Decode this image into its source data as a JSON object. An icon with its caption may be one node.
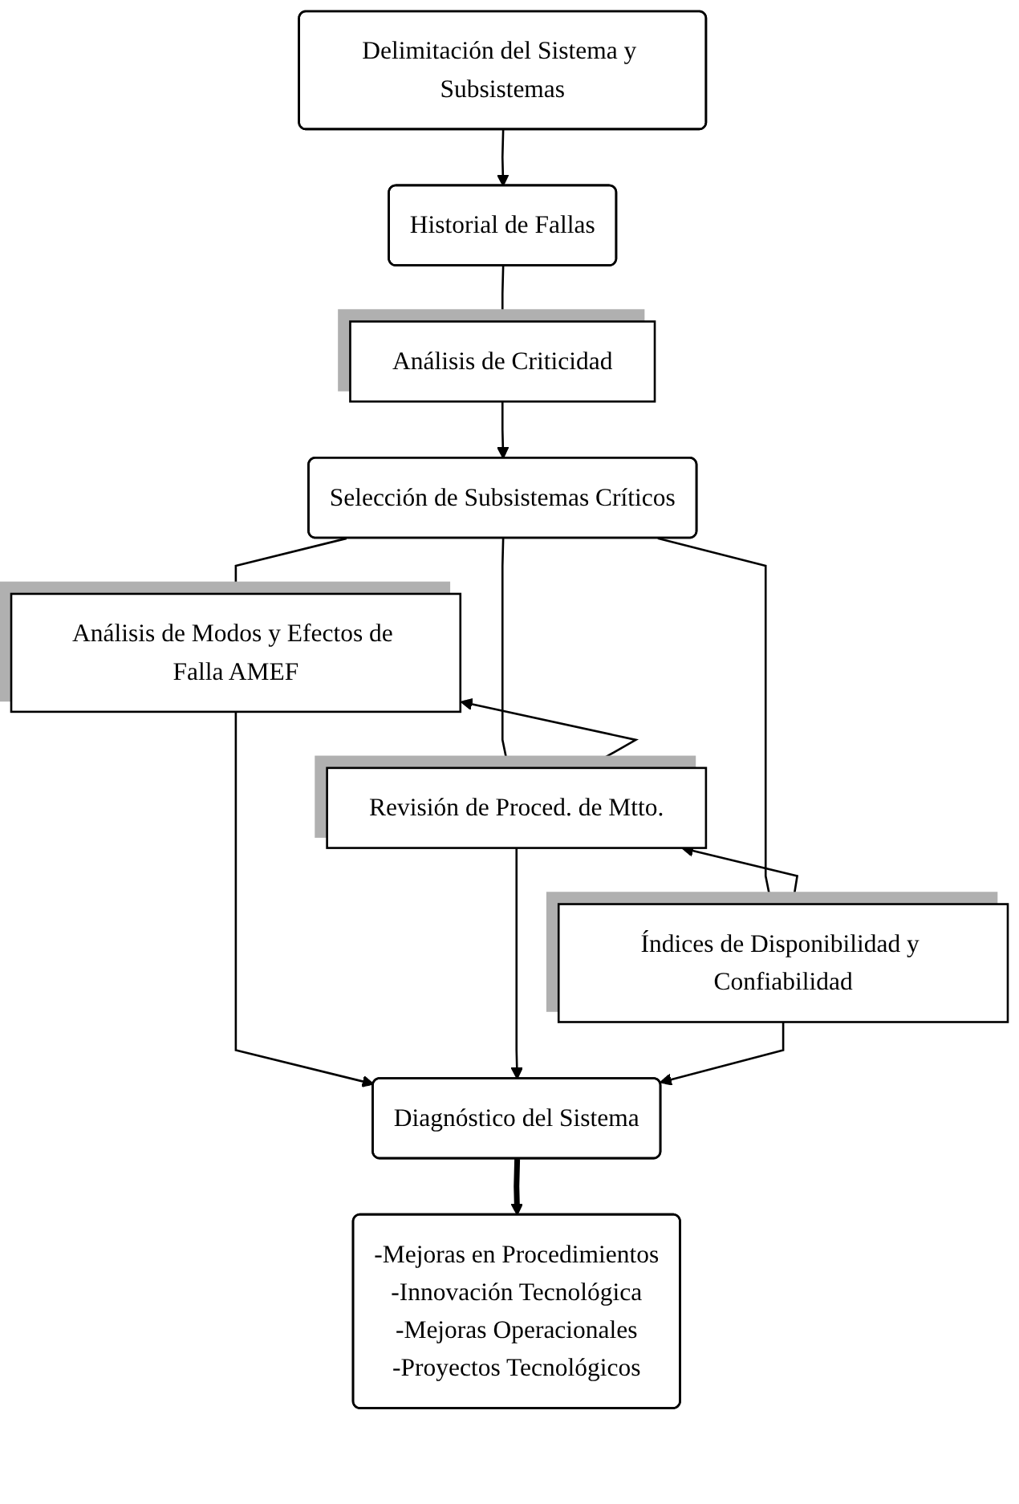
{
  "diagram": {
    "nodes": [
      {
        "text": [
          "Delimitación del Sistema y Subsistemas"
        ]
      },
      {
        "text": [
          "Historial de Fallas"
        ]
      },
      {
        "text": [
          "Análisis de Criticidad"
        ]
      },
      {
        "text": [
          "Selección de Subsistemas Críticos"
        ]
      },
      {
        "text": [
          "Análisis de Modos y Efectos de Falla AMEF"
        ]
      },
      {
        "text": [
          "Revisión de Proced. de Mtto."
        ]
      },
      {
        "text": [
          "Índices de Disponibilidad y Confiabilidad"
        ]
      },
      {
        "text": [
          "Diagnóstico del Sistema"
        ]
      },
      {
        "text": [
          "-Mejoras en Procedimientos",
          "-Innovación Tecnológica",
          "-Mejoras Operacionales",
          "-Proyectos Tecnológicos"
        ]
      }
    ],
    "edges": [
      {
        "from": 0,
        "to": 1,
        "arrow": "to"
      },
      {
        "from": 1,
        "to": 2,
        "arrow": "to"
      },
      {
        "from": 2,
        "to": 3,
        "arrow": "to"
      },
      {
        "from": 3,
        "to": 4,
        "arrow": "to"
      },
      {
        "from": 3,
        "to": 5,
        "arrow": "to"
      },
      {
        "from": 3,
        "to": 6,
        "arrow": "to"
      },
      {
        "from": 4,
        "to": 5,
        "arrow": "both"
      },
      {
        "from": 5,
        "to": 6,
        "arrow": "both"
      },
      {
        "from": 4,
        "to": 7,
        "arrow": "to"
      },
      {
        "from": 5,
        "to": 7,
        "arrow": "to"
      },
      {
        "from": 6,
        "to": 7,
        "arrow": "to"
      },
      {
        "from": 7,
        "to": 8,
        "arrow": "to",
        "style": "thick"
      }
    ]
  }
}
